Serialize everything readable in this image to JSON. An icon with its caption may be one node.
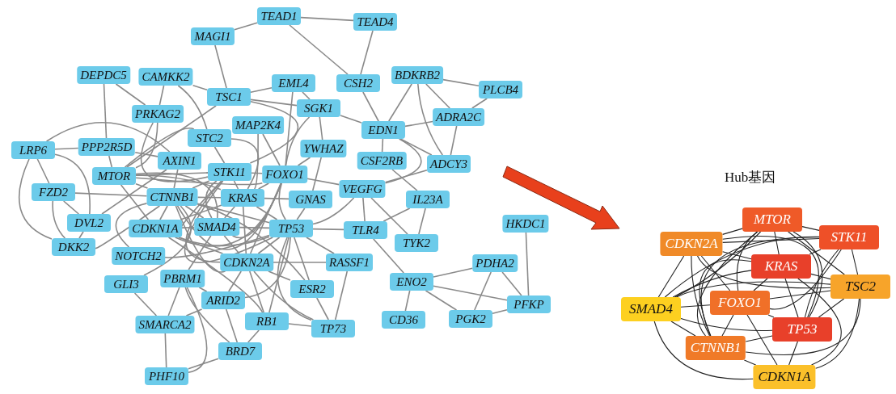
{
  "diagram": {
    "nodes": [
      {
        "text": [
          "TEAD1"
        ]
      },
      {
        "text": [
          "TEAD4"
        ]
      },
      {
        "text": [
          "MAGI1"
        ]
      },
      {
        "text": [
          "DEPDC5"
        ]
      },
      {
        "text": [
          "CAMKK2"
        ]
      },
      {
        "text": [
          "TSC1"
        ]
      },
      {
        "text": [
          "EML4"
        ]
      },
      {
        "text": [
          "CSH2"
        ]
      },
      {
        "text": [
          "BDKRB2"
        ]
      },
      {
        "text": [
          "PLCB4"
        ]
      },
      {
        "text": [
          "PRKAG2"
        ]
      },
      {
        "text": [
          "SGK1"
        ]
      },
      {
        "text": [
          "MAP2K4"
        ]
      },
      {
        "text": [
          "ADRA2C"
        ]
      },
      {
        "text": [
          "STC2"
        ]
      },
      {
        "text": [
          "EDN1"
        ]
      },
      {
        "text": [
          "LRP6"
        ]
      },
      {
        "text": [
          "PPP2R5D"
        ]
      },
      {
        "text": [
          "YWHAZ"
        ]
      },
      {
        "text": [
          "AXIN1"
        ]
      },
      {
        "text": [
          "CSF2RB"
        ]
      },
      {
        "text": [
          "ADCY3"
        ]
      },
      {
        "text": [
          "MTOR"
        ]
      },
      {
        "text": [
          "STK11"
        ]
      },
      {
        "text": [
          "FOXO1"
        ]
      },
      {
        "text": [
          "FZD2"
        ]
      },
      {
        "text": [
          "CTNNB1"
        ]
      },
      {
        "text": [
          "KRAS"
        ]
      },
      {
        "text": [
          "GNAS"
        ]
      },
      {
        "text": [
          "VEGFG"
        ]
      },
      {
        "text": [
          "IL23A"
        ]
      },
      {
        "text": [
          "DVL2"
        ]
      },
      {
        "text": [
          "CDKN1A"
        ]
      },
      {
        "text": [
          "SMAD4"
        ]
      },
      {
        "text": [
          "TP53"
        ]
      },
      {
        "text": [
          "TLR4"
        ]
      },
      {
        "text": [
          "TYK2"
        ]
      },
      {
        "text": [
          "HKDC1"
        ]
      },
      {
        "text": [
          "DKK2"
        ]
      },
      {
        "text": [
          "NOTCH2"
        ]
      },
      {
        "text": [
          "CDKN2A"
        ]
      },
      {
        "text": [
          "RASSF1"
        ]
      },
      {
        "text": [
          "PDHA2"
        ]
      },
      {
        "text": [
          "GLI3"
        ]
      },
      {
        "text": [
          "PBRM1"
        ]
      },
      {
        "text": [
          "ARID2"
        ]
      },
      {
        "text": [
          "ESR2"
        ]
      },
      {
        "text": [
          "ENO2"
        ]
      },
      {
        "text": [
          "PFKP"
        ]
      },
      {
        "text": [
          "RB1"
        ]
      },
      {
        "text": [
          "SMARCA2"
        ]
      },
      {
        "text": [
          "CD36"
        ]
      },
      {
        "text": [
          "PGK2"
        ]
      },
      {
        "text": [
          "TP73"
        ]
      },
      {
        "text": [
          "BRD7"
        ]
      },
      {
        "text": [
          "PHF10"
        ]
      },
      {
        "text": [
          "MTOR"
        ]
      },
      {
        "text": [
          "CDKN2A"
        ]
      },
      {
        "text": [
          "STK11"
        ]
      },
      {
        "text": [
          "KRAS"
        ]
      },
      {
        "text": [
          "TSC2"
        ]
      },
      {
        "text": [
          "SMAD4"
        ]
      },
      {
        "text": [
          "FOXO1"
        ]
      },
      {
        "text": [
          "TP53"
        ]
      },
      {
        "text": [
          "CTNNB1"
        ]
      },
      {
        "text": [
          "CDKN1A"
        ]
      }
    ],
    "edges": [
      {
        "from": 0,
        "to": 1,
        "arrow": "none"
      },
      {
        "from": 0,
        "to": 2,
        "arrow": "none"
      },
      {
        "from": 0,
        "to": 7,
        "arrow": "none"
      },
      {
        "from": 1,
        "to": 7,
        "arrow": "none"
      },
      {
        "from": 2,
        "to": 5,
        "arrow": "none"
      },
      {
        "from": 7,
        "to": 15,
        "arrow": "none"
      },
      {
        "from": 8,
        "to": 9,
        "arrow": "none"
      },
      {
        "from": 8,
        "to": 15,
        "arrow": "none"
      },
      {
        "from": 8,
        "to": 13,
        "arrow": "none"
      },
      {
        "from": 8,
        "to": 21,
        "arrow": "none"
      },
      {
        "from": 9,
        "to": 13,
        "arrow": "none"
      },
      {
        "from": 13,
        "to": 15,
        "arrow": "none"
      },
      {
        "from": 13,
        "to": 21,
        "arrow": "none"
      },
      {
        "from": 15,
        "to": 21,
        "arrow": "none"
      },
      {
        "from": 15,
        "to": 11,
        "arrow": "none"
      },
      {
        "from": 15,
        "to": 20,
        "arrow": "none"
      },
      {
        "from": 15,
        "to": 29,
        "arrow": "none"
      },
      {
        "from": 20,
        "to": 30,
        "arrow": "none"
      },
      {
        "from": 29,
        "to": 36,
        "arrow": "none"
      },
      {
        "from": 30,
        "to": 36,
        "arrow": "none"
      },
      {
        "from": 30,
        "to": 35,
        "arrow": "none"
      },
      {
        "from": 29,
        "to": 35,
        "arrow": "none"
      },
      {
        "from": 21,
        "to": 29,
        "arrow": "none"
      },
      {
        "from": 35,
        "to": 34,
        "arrow": "none"
      },
      {
        "from": 35,
        "to": 47,
        "arrow": "none"
      },
      {
        "from": 47,
        "to": 42,
        "arrow": "none"
      },
      {
        "from": 47,
        "to": 51,
        "arrow": "none"
      },
      {
        "from": 47,
        "to": 52,
        "arrow": "none"
      },
      {
        "from": 47,
        "to": 48,
        "arrow": "none"
      },
      {
        "from": 42,
        "to": 52,
        "arrow": "none"
      },
      {
        "from": 42,
        "to": 48,
        "arrow": "none"
      },
      {
        "from": 37,
        "to": 48,
        "arrow": "none"
      },
      {
        "from": 52,
        "to": 48,
        "arrow": "none"
      },
      {
        "from": 41,
        "to": 53,
        "arrow": "none"
      },
      {
        "from": 41,
        "to": 34,
        "arrow": "none"
      },
      {
        "from": 41,
        "to": 40,
        "arrow": "none"
      },
      {
        "from": 34,
        "to": 46,
        "arrow": "none"
      },
      {
        "from": 34,
        "to": 53,
        "arrow": "none"
      },
      {
        "from": 34,
        "to": 49,
        "arrow": "none"
      },
      {
        "from": 49,
        "to": 53,
        "arrow": "none"
      },
      {
        "from": 46,
        "to": 53,
        "arrow": "none"
      },
      {
        "from": 40,
        "to": 53,
        "arrow": "none"
      },
      {
        "from": 54,
        "to": 55,
        "arrow": "none"
      },
      {
        "from": 50,
        "to": 55,
        "arrow": "none"
      },
      {
        "from": 44,
        "to": 55,
        "arrow": "none"
      },
      {
        "from": 45,
        "to": 54,
        "arrow": "none"
      },
      {
        "from": 54,
        "to": 44,
        "arrow": "none"
      },
      {
        "from": 50,
        "to": 45,
        "arrow": "none"
      },
      {
        "from": 50,
        "to": 44,
        "arrow": "none"
      },
      {
        "from": 49,
        "to": 54,
        "arrow": "none"
      },
      {
        "from": 43,
        "to": 50,
        "arrow": "none"
      },
      {
        "from": 45,
        "to": 44,
        "arrow": "none"
      },
      {
        "from": 3,
        "to": 17,
        "arrow": "none"
      },
      {
        "from": 3,
        "to": 10,
        "arrow": "none"
      },
      {
        "from": 4,
        "to": 5,
        "arrow": "none"
      },
      {
        "from": 4,
        "to": 10,
        "arrow": "none"
      },
      {
        "from": 4,
        "to": 14,
        "arrow": "none"
      },
      {
        "from": 16,
        "to": 17,
        "arrow": "none"
      },
      {
        "from": 16,
        "to": 25,
        "arrow": "none"
      },
      {
        "from": 16,
        "to": 31,
        "arrow": "none"
      },
      {
        "from": 16,
        "to": 38,
        "arrow": "none"
      },
      {
        "from": 16,
        "to": 19,
        "arrow": "none"
      },
      {
        "from": 25,
        "to": 31,
        "arrow": "none"
      },
      {
        "from": 25,
        "to": 38,
        "arrow": "none"
      },
      {
        "from": 25,
        "to": 26,
        "arrow": "none"
      },
      {
        "from": 31,
        "to": 38,
        "arrow": "none"
      },
      {
        "from": 31,
        "to": 19,
        "arrow": "none"
      },
      {
        "from": 38,
        "to": 26,
        "arrow": "none"
      },
      {
        "from": 5,
        "to": 22,
        "arrow": "none"
      },
      {
        "from": 5,
        "to": 23,
        "arrow": "none"
      },
      {
        "from": 5,
        "to": 6,
        "arrow": "none"
      },
      {
        "from": 6,
        "to": 11,
        "arrow": "none"
      },
      {
        "from": 5,
        "to": 11,
        "arrow": "none"
      },
      {
        "from": 12,
        "to": 24,
        "arrow": "none"
      },
      {
        "from": 10,
        "to": 22,
        "arrow": "none"
      },
      {
        "from": 10,
        "to": 23,
        "arrow": "none"
      },
      {
        "from": 39,
        "to": 26,
        "arrow": "none"
      },
      {
        "from": 39,
        "to": 34,
        "arrow": "none"
      },
      {
        "from": 43,
        "to": 26,
        "arrow": "none"
      },
      {
        "from": 46,
        "to": 26,
        "arrow": "none"
      },
      {
        "from": 29,
        "to": 34,
        "arrow": "none"
      },
      {
        "from": 29,
        "to": 24,
        "arrow": "none"
      },
      {
        "from": 18,
        "to": 24,
        "arrow": "none"
      },
      {
        "from": 18,
        "to": 11,
        "arrow": "none"
      },
      {
        "from": 11,
        "to": 24,
        "arrow": "none"
      },
      {
        "from": 28,
        "to": 27,
        "arrow": "none"
      },
      {
        "from": 28,
        "to": 34,
        "arrow": "none"
      },
      {
        "from": 19,
        "to": 26,
        "arrow": "none"
      },
      {
        "from": 14,
        "to": 23,
        "arrow": "none"
      },
      {
        "from": 14,
        "to": 22,
        "arrow": "none"
      },
      {
        "from": 17,
        "to": 22,
        "arrow": "none"
      },
      {
        "from": 17,
        "to": 19,
        "arrow": "none"
      },
      {
        "from": 18,
        "to": 28,
        "arrow": "none"
      },
      {
        "from": 12,
        "to": 27,
        "arrow": "none"
      },
      {
        "from": 6,
        "to": 24,
        "arrow": "none"
      },
      {
        "from": 14,
        "to": 27,
        "arrow": "none"
      },
      {
        "from": 45,
        "to": 34,
        "arrow": "none"
      },
      {
        "from": 45,
        "to": 40,
        "arrow": "none"
      },
      {
        "from": 49,
        "to": 40,
        "arrow": "none"
      },
      {
        "from": 49,
        "to": 32,
        "arrow": "none"
      },
      {
        "from": 44,
        "to": 33,
        "arrow": "none"
      },
      {
        "from": 46,
        "to": 40,
        "arrow": "none"
      },
      {
        "from": 22,
        "to": 23,
        "arrow": "none"
      },
      {
        "from": 22,
        "to": 24,
        "arrow": "none"
      },
      {
        "from": 22,
        "to": 26,
        "arrow": "none"
      },
      {
        "from": 22,
        "to": 27,
        "arrow": "none"
      },
      {
        "from": 22,
        "to": 32,
        "arrow": "none"
      },
      {
        "from": 22,
        "to": 33,
        "arrow": "none"
      },
      {
        "from": 23,
        "to": 24,
        "arrow": "none"
      },
      {
        "from": 23,
        "to": 26,
        "arrow": "none"
      },
      {
        "from": 23,
        "to": 27,
        "arrow": "none"
      },
      {
        "from": 23,
        "to": 32,
        "arrow": "none"
      },
      {
        "from": 23,
        "to": 33,
        "arrow": "none"
      },
      {
        "from": 23,
        "to": 34,
        "arrow": "none"
      },
      {
        "from": 23,
        "to": 40,
        "arrow": "none"
      },
      {
        "from": 24,
        "to": 26,
        "arrow": "none"
      },
      {
        "from": 24,
        "to": 27,
        "arrow": "none"
      },
      {
        "from": 24,
        "to": 32,
        "arrow": "none"
      },
      {
        "from": 24,
        "to": 33,
        "arrow": "none"
      },
      {
        "from": 24,
        "to": 34,
        "arrow": "none"
      },
      {
        "from": 24,
        "to": 40,
        "arrow": "none"
      },
      {
        "from": 26,
        "to": 27,
        "arrow": "none"
      },
      {
        "from": 26,
        "to": 32,
        "arrow": "none"
      },
      {
        "from": 26,
        "to": 33,
        "arrow": "none"
      },
      {
        "from": 26,
        "to": 34,
        "arrow": "none"
      },
      {
        "from": 26,
        "to": 40,
        "arrow": "none"
      },
      {
        "from": 27,
        "to": 32,
        "arrow": "none"
      },
      {
        "from": 27,
        "to": 33,
        "arrow": "none"
      },
      {
        "from": 27,
        "to": 34,
        "arrow": "none"
      },
      {
        "from": 27,
        "to": 40,
        "arrow": "none"
      },
      {
        "from": 32,
        "to": 33,
        "arrow": "none"
      },
      {
        "from": 32,
        "to": 34,
        "arrow": "none"
      },
      {
        "from": 32,
        "to": 40,
        "arrow": "none"
      },
      {
        "from": 33,
        "to": 34,
        "arrow": "none"
      },
      {
        "from": 33,
        "to": 40,
        "arrow": "none"
      },
      {
        "from": 34,
        "to": 40,
        "arrow": "none"
      },
      {
        "from": 56,
        "to": 57,
        "arrow": "none",
        "color": "#222222"
      },
      {
        "from": 56,
        "to": 58,
        "arrow": "none",
        "color": "#222222"
      },
      {
        "from": 56,
        "to": 59,
        "arrow": "none",
        "color": "#222222"
      },
      {
        "from": 56,
        "to": 60,
        "arrow": "none",
        "color": "#222222"
      },
      {
        "from": 56,
        "to": 61,
        "arrow": "none",
        "color": "#222222"
      },
      {
        "from": 56,
        "to": 62,
        "arrow": "none",
        "color": "#222222"
      },
      {
        "from": 56,
        "to": 63,
        "arrow": "none",
        "color": "#222222"
      },
      {
        "from": 56,
        "to": 64,
        "arrow": "none",
        "color": "#222222"
      },
      {
        "from": 57,
        "to": 58,
        "arrow": "none",
        "color": "#222222"
      },
      {
        "from": 57,
        "to": 59,
        "arrow": "none",
        "color": "#222222"
      },
      {
        "from": 57,
        "to": 60,
        "arrow": "none",
        "color": "#222222"
      },
      {
        "from": 57,
        "to": 61,
        "arrow": "none",
        "color": "#222222"
      },
      {
        "from": 57,
        "to": 62,
        "arrow": "none",
        "color": "#222222"
      },
      {
        "from": 57,
        "to": 63,
        "arrow": "none",
        "color": "#222222"
      },
      {
        "from": 57,
        "to": 64,
        "arrow": "none",
        "color": "#222222"
      },
      {
        "from": 58,
        "to": 59,
        "arrow": "none",
        "color": "#222222"
      },
      {
        "from": 58,
        "to": 60,
        "arrow": "none",
        "color": "#222222"
      },
      {
        "from": 58,
        "to": 61,
        "arrow": "none",
        "color": "#222222"
      },
      {
        "from": 58,
        "to": 62,
        "arrow": "none",
        "color": "#222222"
      },
      {
        "from": 58,
        "to": 63,
        "arrow": "none",
        "color": "#222222"
      },
      {
        "from": 58,
        "to": 64,
        "arrow": "none",
        "color": "#222222"
      },
      {
        "from": 59,
        "to": 60,
        "arrow": "none",
        "color": "#222222"
      },
      {
        "from": 59,
        "to": 61,
        "arrow": "none",
        "color": "#222222"
      },
      {
        "from": 59,
        "to": 62,
        "arrow": "none",
        "color": "#222222"
      },
      {
        "from": 59,
        "to": 63,
        "arrow": "none",
        "color": "#222222"
      },
      {
        "from": 59,
        "to": 64,
        "arrow": "none",
        "color": "#222222"
      },
      {
        "from": 59,
        "to": 65,
        "arrow": "none",
        "color": "#222222"
      },
      {
        "from": 60,
        "to": 61,
        "arrow": "none",
        "color": "#222222"
      },
      {
        "from": 60,
        "to": 62,
        "arrow": "none",
        "color": "#222222"
      },
      {
        "from": 60,
        "to": 63,
        "arrow": "none",
        "color": "#222222"
      },
      {
        "from": 60,
        "to": 64,
        "arrow": "none",
        "color": "#222222"
      },
      {
        "from": 60,
        "to": 65,
        "arrow": "none",
        "color": "#222222"
      },
      {
        "from": 61,
        "to": 62,
        "arrow": "none",
        "color": "#222222"
      },
      {
        "from": 61,
        "to": 63,
        "arrow": "none",
        "color": "#222222"
      },
      {
        "from": 61,
        "to": 64,
        "arrow": "none",
        "color": "#222222"
      },
      {
        "from": 61,
        "to": 65,
        "arrow": "none",
        "color": "#222222"
      },
      {
        "from": 62,
        "to": 63,
        "arrow": "none",
        "color": "#222222"
      },
      {
        "from": 62,
        "to": 64,
        "arrow": "none",
        "color": "#222222"
      },
      {
        "from": 62,
        "to": 65,
        "arrow": "none",
        "color": "#222222"
      },
      {
        "from": 63,
        "to": 64,
        "arrow": "none",
        "color": "#222222"
      },
      {
        "from": 63,
        "to": 65,
        "arrow": "none",
        "color": "#222222"
      },
      {
        "from": 64,
        "to": 65,
        "arrow": "none",
        "color": "#222222"
      }
    ],
    "labels": [
      "Hub基因"
    ]
  }
}
